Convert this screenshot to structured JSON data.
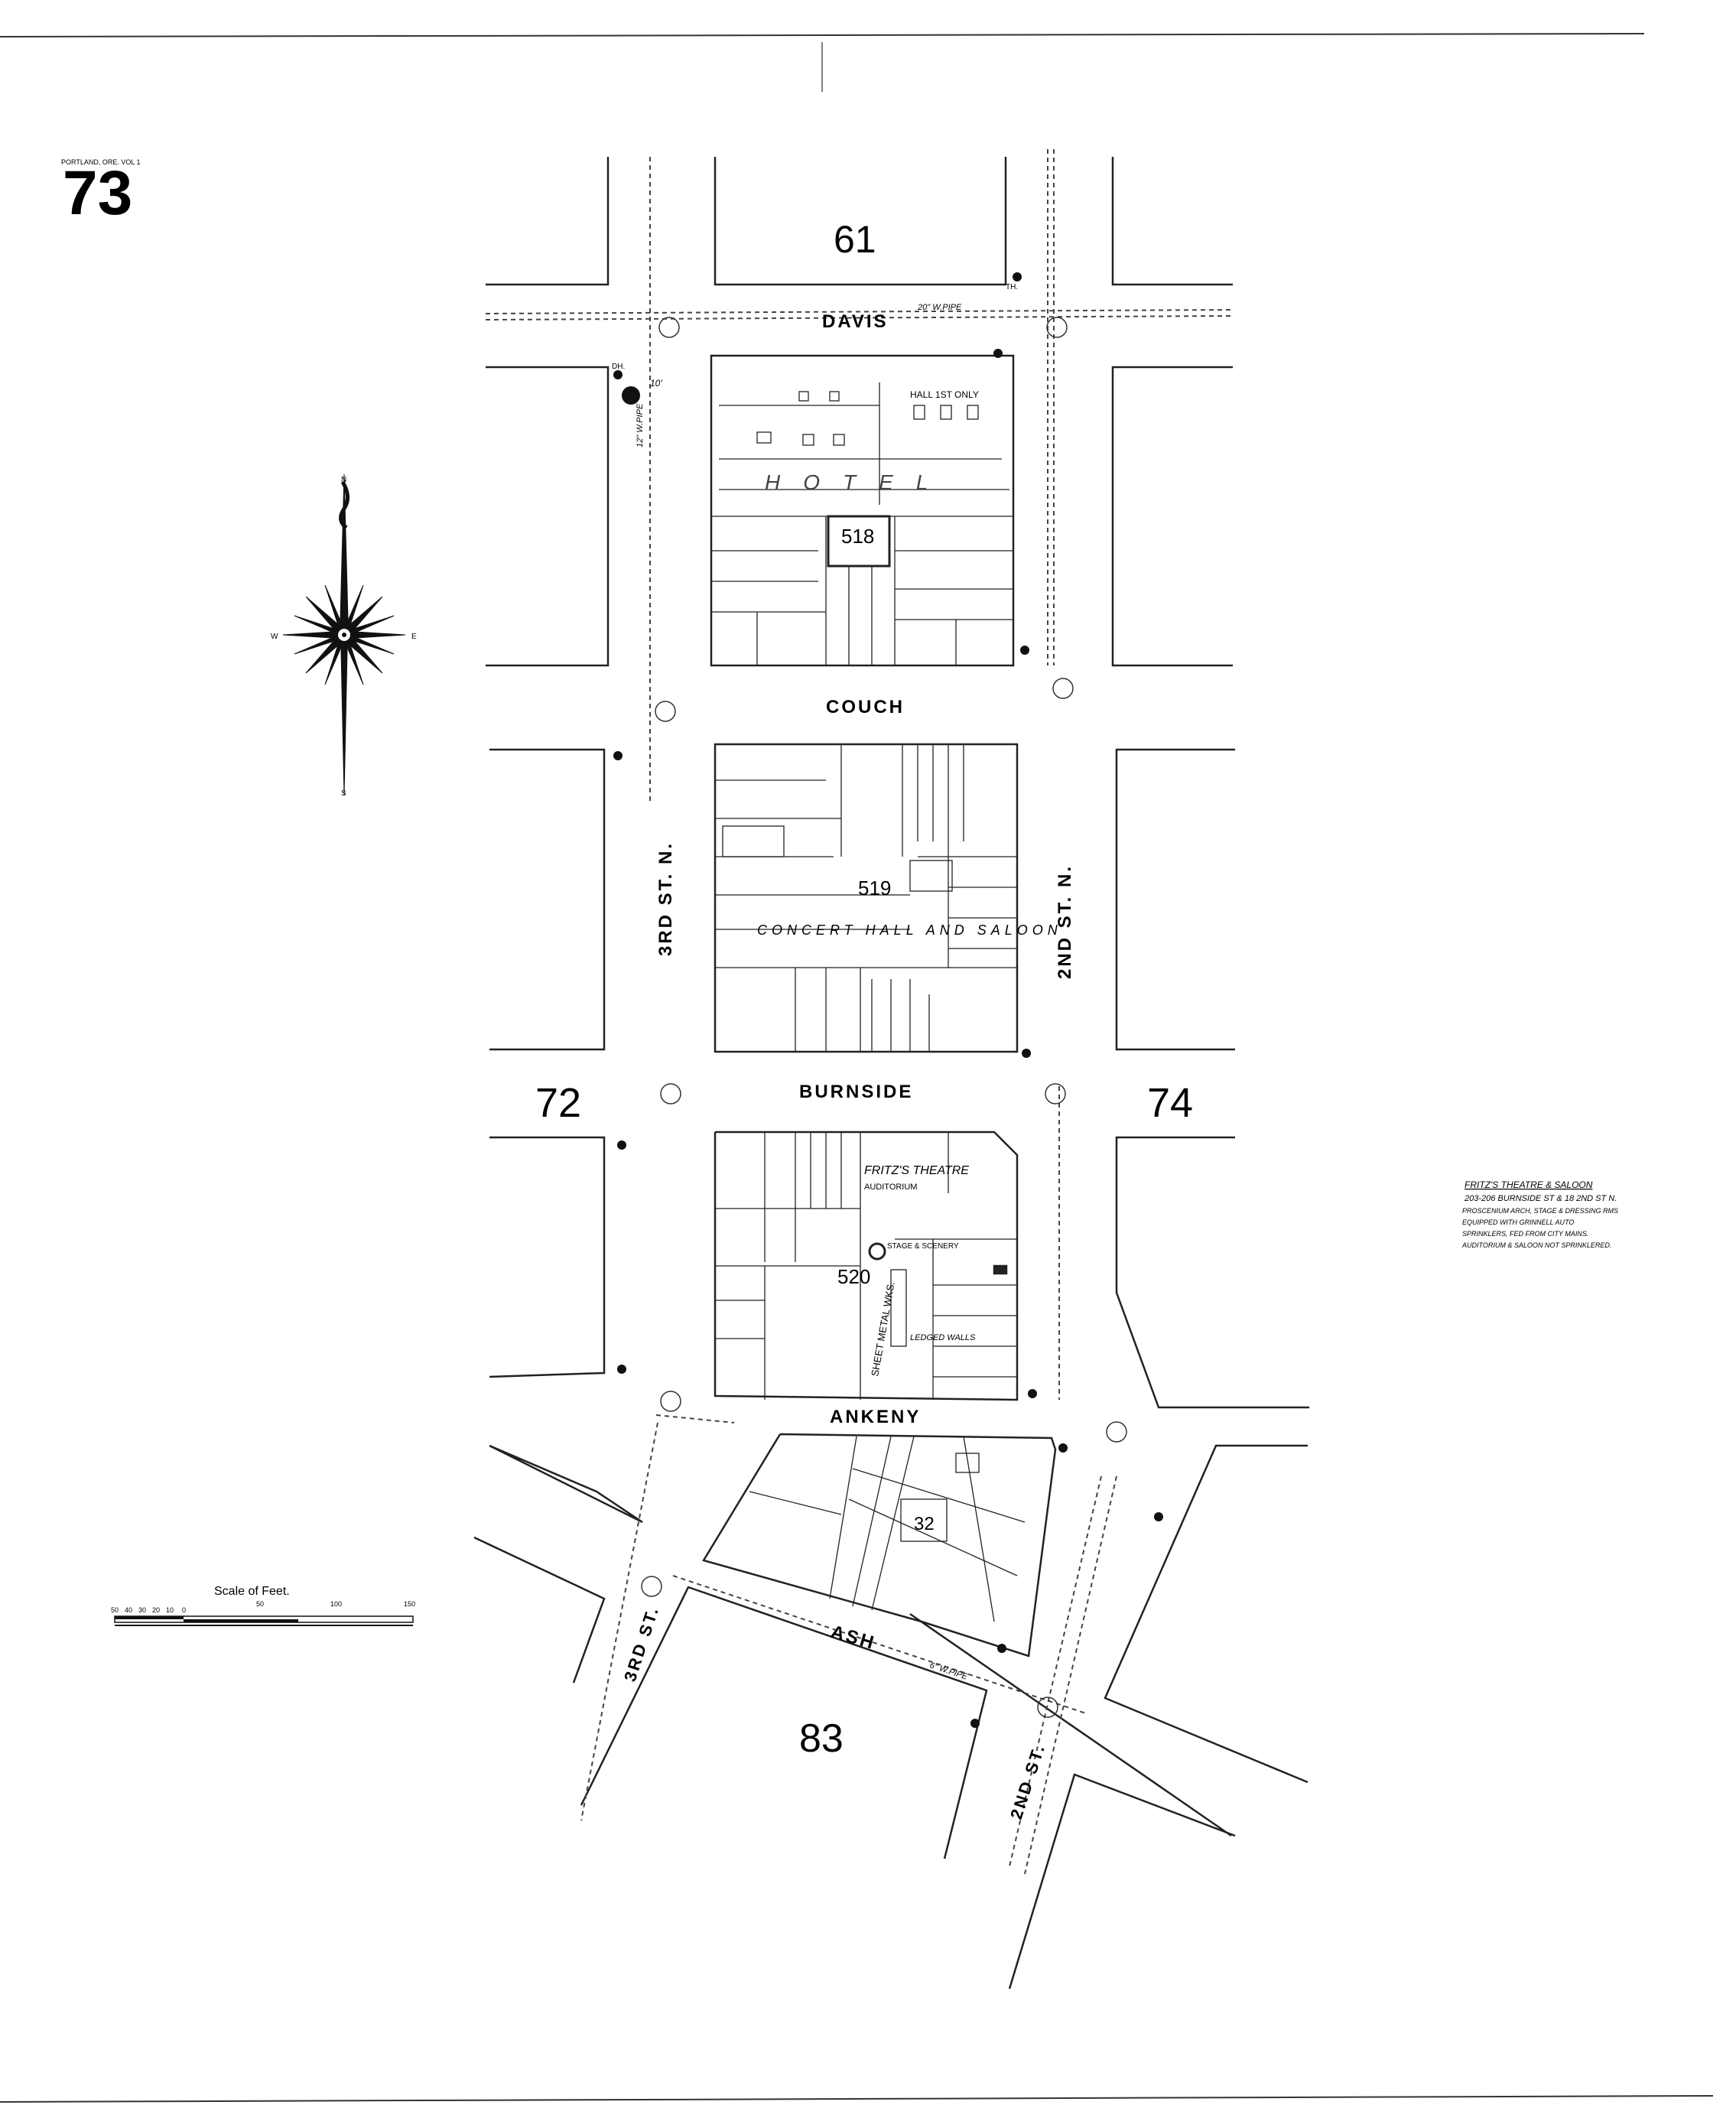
{
  "sheet": {
    "header": "PORTLAND, ORE. VOL 1",
    "number": "73"
  },
  "streets": {
    "davis": "DAVIS",
    "couch": "COUCH",
    "burnside": "BURNSIDE",
    "ankeny": "ANKENY",
    "ash": "ASH",
    "third": "3RD ST. N.",
    "second": "2ND ST. N.",
    "third_lower": "3RD ST.",
    "second_lower": "2ND ST."
  },
  "adjacent_sheets": {
    "north": "61",
    "west": "72",
    "east": "74",
    "south": "83"
  },
  "blocks": {
    "b518": "518",
    "b519": "519",
    "b520": "520",
    "b32": "32"
  },
  "buildings": {
    "hotel": "HOTEL",
    "concert_hall": "CONCERT HALL AND SALOON",
    "fritz": "FRITZ'S THEATRE",
    "auditorium": "AUDITORIUM",
    "stage": "STAGE & SCENERY",
    "sheet_metal": "SHEET METAL WKS.",
    "ledged_walls": "LEDGED WALLS",
    "hall_upper": "HALL 1ST ONLY"
  },
  "annotation": {
    "title": "FRITZ'S THEATRE & SALOON",
    "line1": "203-206 BURNSIDE ST & 18 2ND ST N.",
    "line2": "PROSCENIUM ARCH, STAGE & DRESSING RMS",
    "line3": "EQUIPPED WITH GRINNELL AUTO",
    "line4": "SPRINKLERS, FED FROM CITY MAINS.",
    "line5": "AUDITORIUM & SALOON NOT SPRINKLERED."
  },
  "compass": {
    "n": "N",
    "s": "S",
    "e": "E",
    "w": "W"
  },
  "scale": {
    "title": "Scale of Feet.",
    "ticks": [
      "50",
      "40",
      "30",
      "20",
      "10",
      "0",
      "50",
      "100",
      "150"
    ]
  },
  "markers": {
    "th": "TH.",
    "dh": "DH.",
    "pipe12": "12\" W.PIPE",
    "pipe20": "20\" W.PIPE",
    "pipe6": "6\" W.PIPE",
    "ten": "10'"
  }
}
